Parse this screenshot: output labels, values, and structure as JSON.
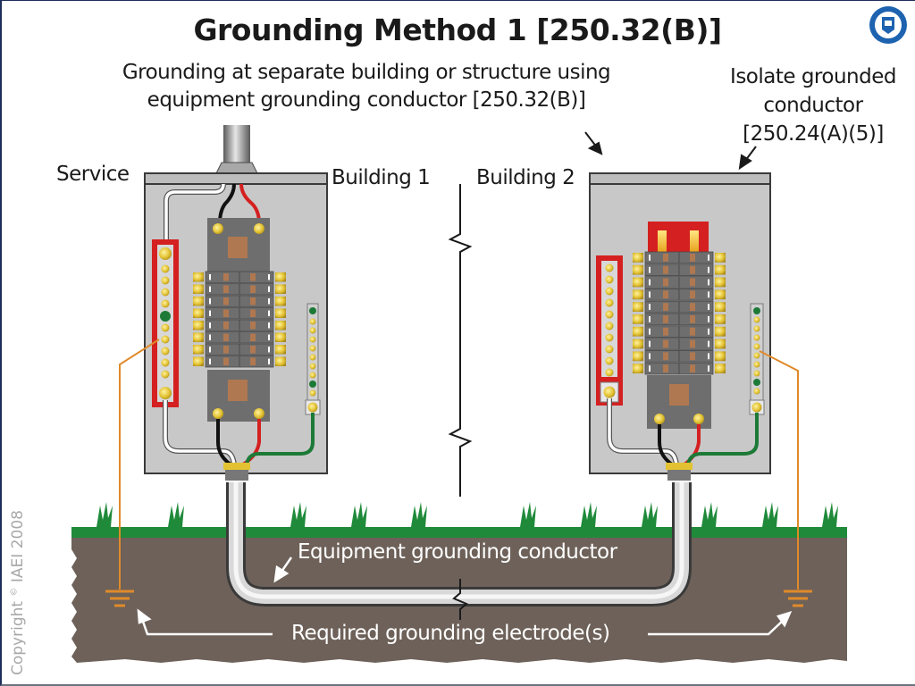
{
  "slide": {
    "title": "Grounding Method 1 [250.32(B)]",
    "subtitle_line1": "Grounding at separate building or structure using",
    "subtitle_line2": "equipment grounding conductor [250.32(B)]",
    "note_line1": "Isolate grounded",
    "note_line2": "conductor",
    "note_line3": "[250.24(A)(5)]",
    "logo_icon": "iaei-seal-icon"
  },
  "labels": {
    "service": "Service",
    "building1": "Building 1",
    "building2": "Building 2",
    "equipment_grounding_conductor": "Equipment grounding conductor",
    "required_electrodes": "Required grounding electrode(s)"
  },
  "copyright": {
    "prefix": "Copyright",
    "symbol": "©",
    "owner_year": "IAEI 2008"
  },
  "colors": {
    "panel": "#c8c8c8",
    "panel_border": "#3a3a3a",
    "neutral_bar": "#d42020",
    "breaker_body": "#6e6e6e",
    "brass": "#e2c232",
    "earth": "#6d6159",
    "grass": "#1f8a3a",
    "electrode_wire": "#e08a2a",
    "wire_hot_black": "#111111",
    "wire_hot_red": "#d42020",
    "wire_neutral_white": "#ffffff",
    "wire_ground_green": "#1c7a36"
  },
  "panels": [
    {
      "name": "service-panel-building-1",
      "breaker_rows": 8,
      "main_position": "top-and-bottom",
      "ground_bar_bonded": true
    },
    {
      "name": "subpanel-building-2",
      "breaker_rows": 10,
      "main_position": "bottom",
      "ground_bar_bonded": false
    }
  ]
}
